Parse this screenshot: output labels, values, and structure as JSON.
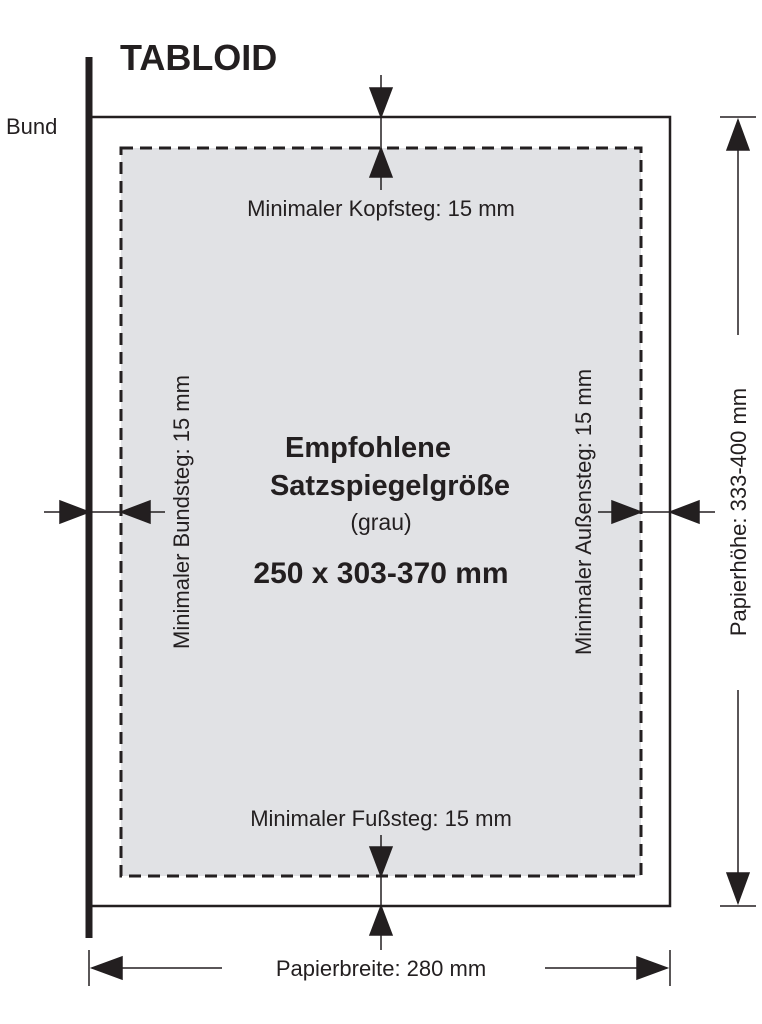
{
  "title": "TABLOID",
  "bund_label": "Bund",
  "margins": {
    "top": "Minimaler Kopfsteg: 15 mm",
    "bottom": "Minimaler Fußsteg: 15 mm",
    "inner": "Minimaler Bundsteg: 15 mm",
    "outer": "Minimaler Außensteg: 15 mm"
  },
  "center": {
    "line1": "Empfohlene",
    "line2": "Satzspiegelgröße",
    "line3": "(grau)",
    "size": "250 x 303-370 mm"
  },
  "paper_width": "Papierbreite: 280 mm",
  "paper_height": "Papierhöhe: 333-400 mm",
  "colors": {
    "type_area": "#e1e2e5",
    "ink": "#231f20"
  }
}
